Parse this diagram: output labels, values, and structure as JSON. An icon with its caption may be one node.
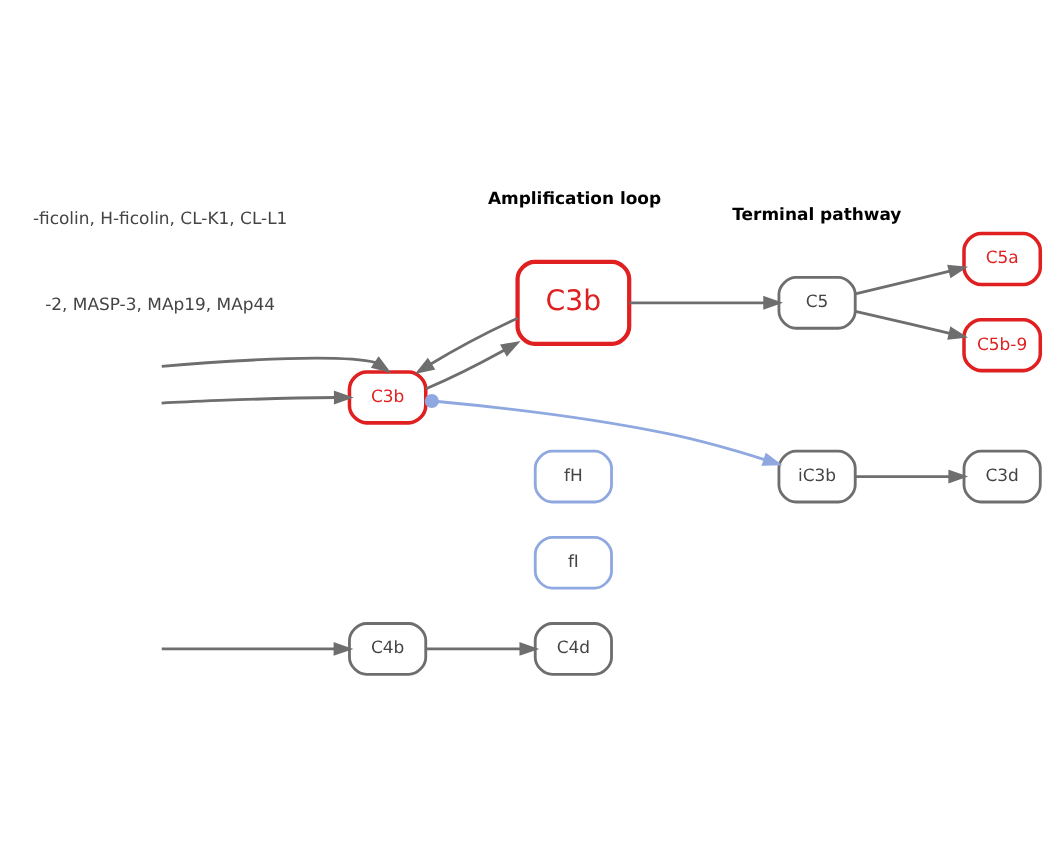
{
  "diagram": {
    "nodes": [
      {
        "text": [
          "C4d"
        ]
      },
      {
        "text": [
          "C4b"
        ]
      },
      {
        "text": [
          "C3b"
        ]
      },
      {
        "text": [
          "fH"
        ]
      },
      {
        "text": [
          "fI"
        ]
      },
      {
        "text": [
          "iC3b"
        ]
      },
      {
        "text": [
          "C3d"
        ]
      },
      {
        "text": [
          "C3b"
        ]
      },
      {
        "text": [
          "C5"
        ]
      },
      {
        "text": [
          "C5b-9"
        ]
      },
      {
        "text": [
          "C5a"
        ]
      }
    ],
    "edges": [
      {
        "from": null,
        "to": 1,
        "arrow": "to"
      },
      {
        "from": null,
        "to": 2,
        "arrow": "to"
      },
      {
        "from": null,
        "to": 2,
        "arrow": "to"
      },
      {
        "from": 1,
        "to": 0,
        "arrow": "to"
      },
      {
        "from": 2,
        "to": 5,
        "arrow": "to",
        "color": "#8fa8e0"
      },
      {
        "from": 5,
        "to": 6,
        "arrow": "to"
      },
      {
        "from": 2,
        "to": 7,
        "arrow": "to"
      },
      {
        "from": 7,
        "to": 2,
        "arrow": "to"
      },
      {
        "from": 7,
        "to": 8,
        "arrow": "to"
      },
      {
        "from": 8,
        "to": 9,
        "arrow": "to"
      },
      {
        "from": 8,
        "to": 10,
        "arrow": "to"
      }
    ],
    "labels": [
      "-ficolin, H-ficolin, CL-K1, CL-L1",
      "-2, MASP-3, MAp19, MAp44",
      "Amplification loop",
      "Terminal pathway"
    ]
  }
}
